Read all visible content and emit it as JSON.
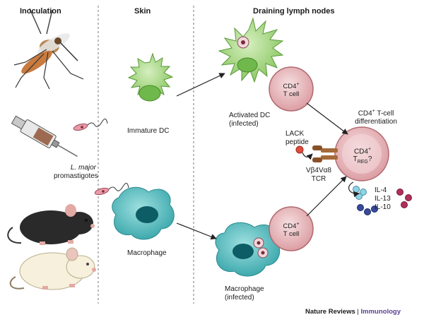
{
  "headers": {
    "inoculation": "Inoculation",
    "skin": "Skin",
    "lymph_nodes": "Draining lymph nodes"
  },
  "labels": {
    "promastigotes_italic": "L. major",
    "promastigotes": "promastigotes",
    "immature_dc": "Immature DC",
    "macrophage": "Macrophage",
    "activated_dc_1": "Activated DC",
    "activated_dc_2": "(infected)",
    "macrophage_infected_1": "Macrophage",
    "macrophage_infected_2": "(infected)",
    "cd4_a": "CD4",
    "cd4_a_sup": "+",
    "t_cell_a": "T cell",
    "cd4_b": "CD4",
    "cd4_b_sup": "+",
    "t_cell_b": "T cell",
    "cd4_treg": "CD4",
    "cd4_treg_sup": "+",
    "treg_t": "T",
    "treg_sub": "REG",
    "treg_q": "?",
    "differentiation_1": "CD4",
    "differentiation_sup": "+",
    "differentiation_2": " T-cell",
    "differentiation_3": "differentiation",
    "lack_1": "LACK",
    "lack_2": "peptide",
    "tcr_1": "Vβ4Vα8",
    "tcr_2": "TCR",
    "il4": "IL-4",
    "il13": "IL-13",
    "il10": "IL-10"
  },
  "credit": {
    "journal": "Nature Reviews",
    "separator": " | ",
    "section": "Immunology"
  },
  "colors": {
    "dc_green": "#9fd27a",
    "dc_nucleus": "#6fb84c",
    "macrophage_teal": "#5bbfc0",
    "macrophage_nucleus": "#0d5d66",
    "tcell_pink": "#e8b4b8",
    "tcell_inner": "#f4d6d8",
    "tcr_brown": "#a56a3a",
    "lack_red": "#e04b3c",
    "il4_color": "#8fd4e6",
    "il13_color": "#b0305a",
    "il10_color": "#3a4a9a",
    "credit_purple": "#5a3f96"
  },
  "icons": [
    "mosquito-icon",
    "syringe-icon",
    "black-mouse-icon",
    "white-mouse-icon",
    "parasite-icon"
  ]
}
